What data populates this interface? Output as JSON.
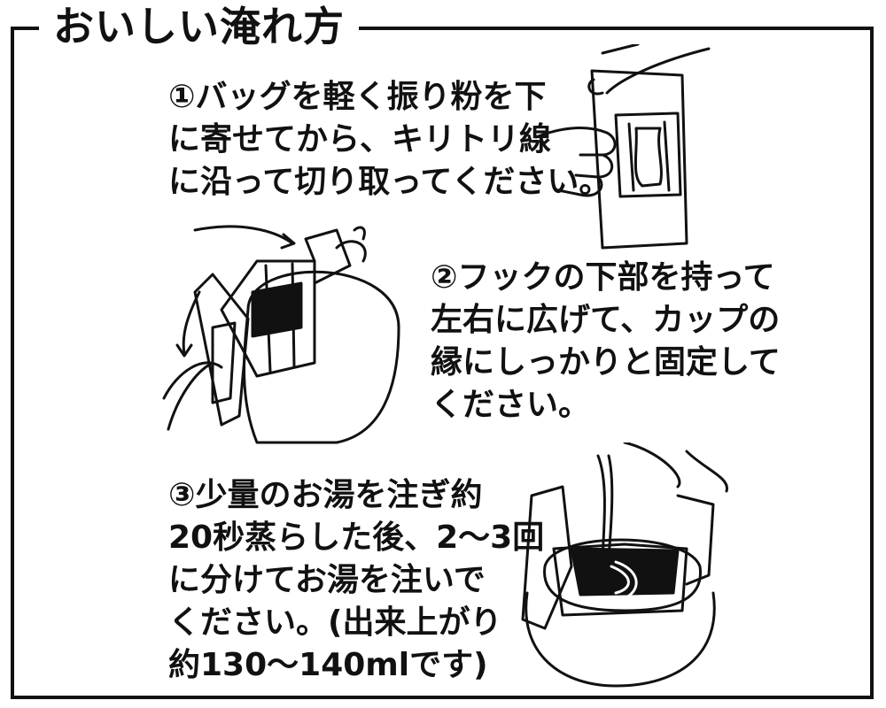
{
  "title": "おいしい淹れ方",
  "steps": [
    {
      "lines": [
        "①バッグを軽く振り粉を下",
        "に寄せてから、キリトリ線",
        "に沿って切り取ってください。"
      ]
    },
    {
      "lines": [
        "②フックの下部を持って",
        "左右に広げて、カップの",
        "縁にしっかりと固定して",
        "ください。"
      ]
    },
    {
      "lines": [
        "③少量のお湯を注ぎ約",
        "20秒蒸らした後、2〜3回",
        "に分けてお湯を注いで",
        "ください。(出来上がり",
        "約130〜140mlです)"
      ]
    }
  ]
}
